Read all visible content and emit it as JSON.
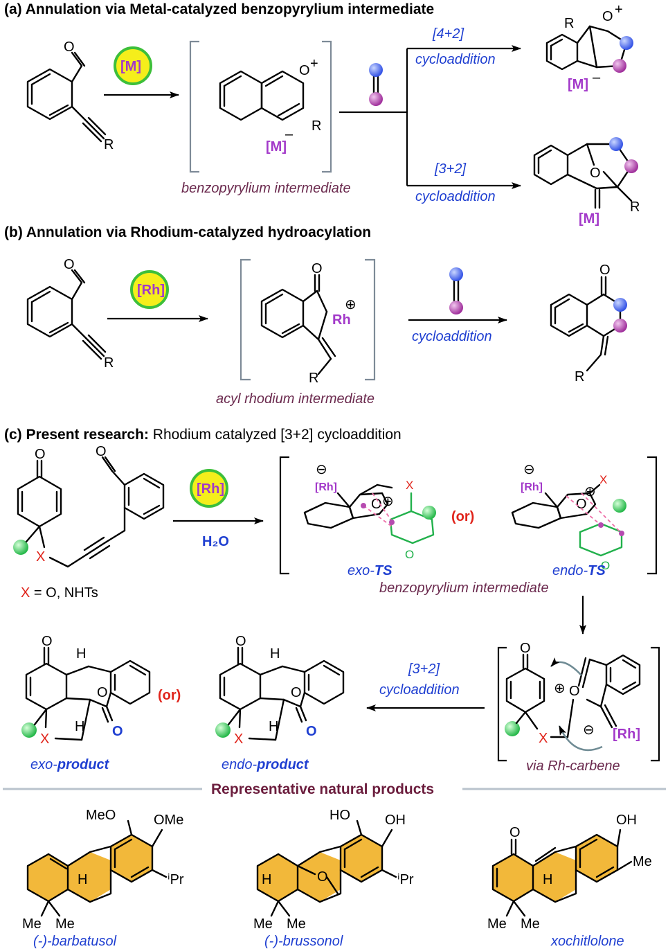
{
  "section_a": {
    "title": "(a) Annulation via Metal-catalyzed benzopyrylium intermediate",
    "catalyst": "[M]",
    "intermediate_label": "benzopyrylium intermediate",
    "upper_arrow_top": "[4+2]",
    "upper_arrow_bottom": "cycloaddition",
    "lower_arrow_top": "[3+2]",
    "lower_arrow_bottom": "cycloaddition",
    "atom_O": "O",
    "atom_R": "R",
    "charge_plus": "+",
    "charge_minus": "–",
    "metal": "[M]"
  },
  "section_b": {
    "title": "(b) Annulation via Rhodium-catalyzed hydroacylation",
    "catalyst": "[Rh]",
    "rh_atom": "Rh",
    "charge_plus": "⊕",
    "arrow_label": "cycloaddition",
    "intermediate_label": "acyl rhodium intermediate",
    "atom_O": "O",
    "atom_R": "R"
  },
  "section_c": {
    "title_bold": "(c) Present research:",
    "title_rest": " Rhodium catalyzed [3+2] cycloaddition",
    "catalyst": "[Rh]",
    "reagent": "H₂O",
    "x_definition_x": "X",
    "x_definition_rest": " = O, NHTs",
    "or_label": "(or)",
    "exo_ts_prefix": "exo-",
    "exo_ts_bold": "TS",
    "endo_ts_prefix": "endo-",
    "endo_ts_bold": "TS",
    "intermediate_label": "benzopyrylium intermediate",
    "rh_bracket": "[Rh]",
    "minus_circle": "⊖",
    "plus_circle": "⊕",
    "atom_X": "X",
    "atom_O": "O",
    "atom_H": "H",
    "arrow_top": "[3+2]",
    "arrow_bottom": "cycloaddition",
    "exo_product_prefix": "exo-",
    "exo_product_bold": "product",
    "endo_product_prefix": "endo-",
    "endo_product_bold": "product",
    "carbene_label": "via Rh-carbene"
  },
  "natural_products": {
    "heading": "Representative natural products",
    "items": [
      {
        "name": "(-)-barbatusol",
        "substituents": [
          "MeO",
          "OMe",
          "ⁱPr",
          "Me",
          "Me",
          "H"
        ]
      },
      {
        "name": "(-)-brussonol",
        "substituents": [
          "HO",
          "OH",
          "ⁱPr",
          "Me",
          "Me",
          "H",
          "O"
        ]
      },
      {
        "name": "xochitlolone",
        "substituents": [
          "O",
          "OH",
          "Me",
          "Me",
          "Me",
          "H"
        ]
      }
    ]
  },
  "colors": {
    "catalyst_disk": "#f5ee1b",
    "catalyst_ring": "#3dbf3a",
    "sphere_blue": "#4b6cf0",
    "sphere_purple": "#b64bb0",
    "sphere_green": "#3fd15a",
    "ring_highlight": "#f2b83a",
    "label_blue": "#1f3fd1",
    "label_maroon": "#6b2a4e",
    "accent_red": "#e0241b",
    "metal_magenta": "#a238c9"
  }
}
